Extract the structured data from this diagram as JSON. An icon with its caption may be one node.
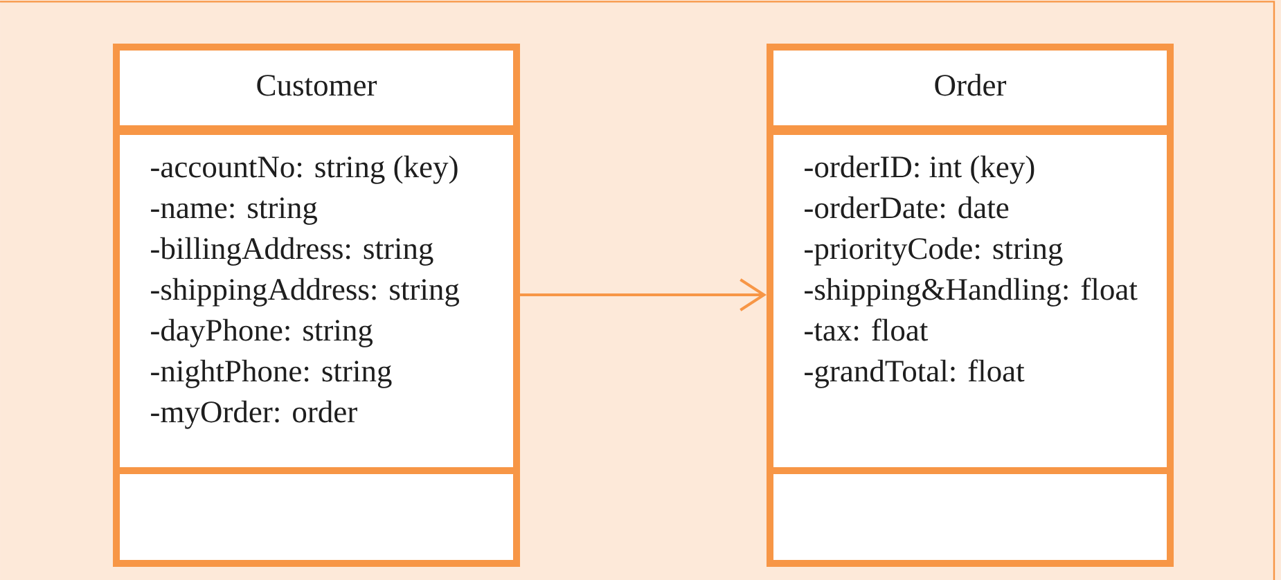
{
  "diagram": {
    "nodes": [
      {
        "text": [
          "Customer",
          "-accountNo: string (key)",
          "-name: string",
          "-billingAddress: string",
          "-shippingAddress: string",
          "-dayPhone: string",
          "-nightPhone: string",
          "-myOrder: order"
        ]
      },
      {
        "text": [
          "Order",
          "-orderID: int (key)",
          "-orderDate: date",
          "-priorityCode: string",
          "-shipping&Handling: float",
          "-tax: float",
          "-grandTotal: float"
        ]
      }
    ],
    "edges": [
      {
        "from": 0,
        "to": 1,
        "arrow": "to"
      }
    ]
  }
}
